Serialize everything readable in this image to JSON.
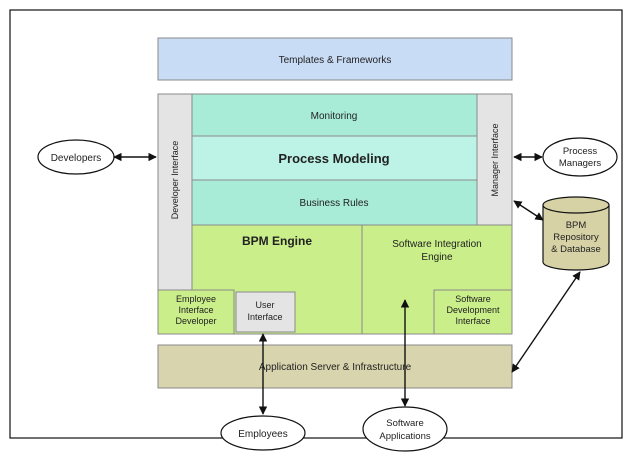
{
  "labels": {
    "templates": "Templates & Frameworks",
    "monitoring": "Monitoring",
    "process_modeling": "Process Modeling",
    "business_rules": "Business Rules",
    "developer_interface": "Developer Interface",
    "manager_interface": "Manager Interface",
    "bpm_engine": "BPM Engine",
    "sie_line1": "Software Integration",
    "sie_line2": "Engine",
    "eid_line1": "Employee",
    "eid_line2": "Interface",
    "eid_line3": "Developer",
    "ui_line1": "User",
    "ui_line2": "Interface",
    "sdi_line1": "Software",
    "sdi_line2": "Development",
    "sdi_line3": "Interface",
    "app_server": "Application Server & Infrastructure",
    "developers": "Developers",
    "pm_line1": "Process",
    "pm_line2": "Managers",
    "db_line1": "BPM",
    "db_line2": "Repository",
    "db_line3": "& Database",
    "employees": "Employees",
    "sa_line1": "Software",
    "sa_line2": "Applications"
  },
  "colors": {
    "templates": "#c9dcf5",
    "teal": "#a8ecd8",
    "teal_light": "#bdf3e6",
    "engine": "#c9ee8a",
    "grey_panel": "#e4e4e4",
    "app_server": "#d8d4ad",
    "database": "#d6d2a6"
  }
}
